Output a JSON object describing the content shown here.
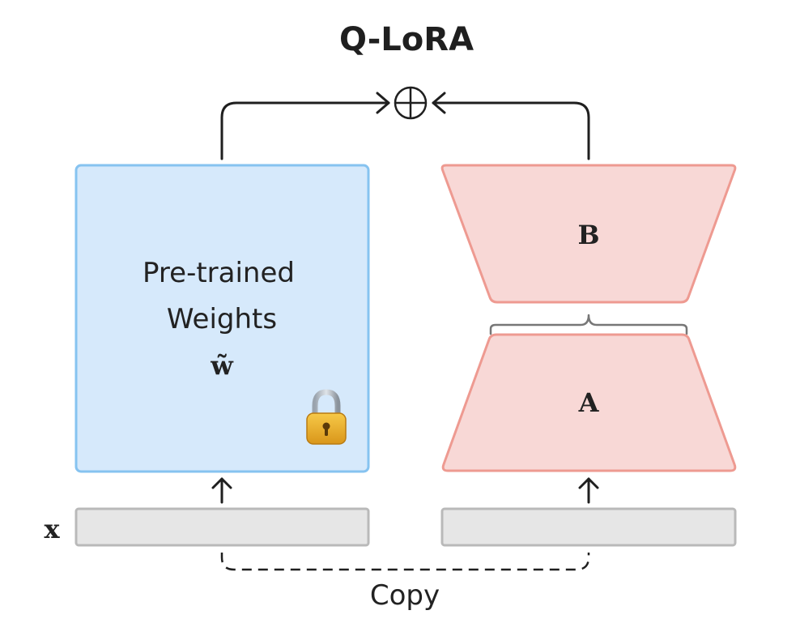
{
  "title": "Q-LoRA",
  "pretrained": {
    "line1": "Pre-trained",
    "line2": "Weights",
    "symbol": "w̃",
    "icon": "lock-icon",
    "fill": "#d6e9fb",
    "stroke": "#86c3f0"
  },
  "lora": {
    "b_label": "B",
    "a_label": "A",
    "fill": "#f8d8d6",
    "stroke": "#ee9a91"
  },
  "input": {
    "x_label": "x",
    "fill": "#e6e6e6",
    "stroke": "#b9b9b9"
  },
  "sum_symbol": "⊕",
  "copy_label": "Copy"
}
